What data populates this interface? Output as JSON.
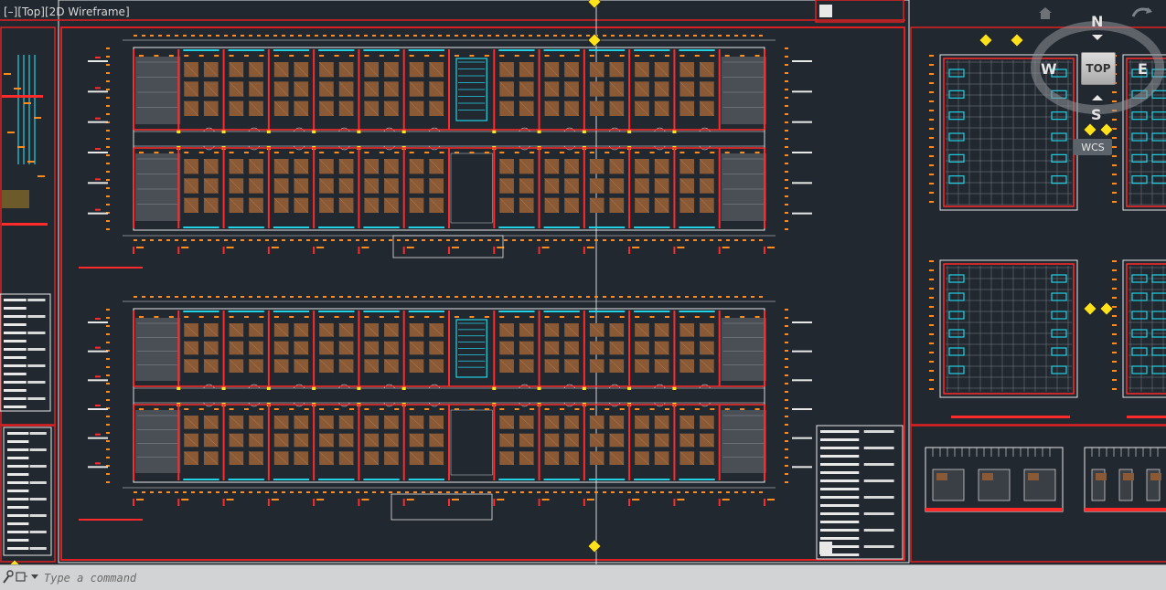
{
  "viewport": {
    "view_controls": {
      "minus": "[–]",
      "view": "[Top]",
      "style": "[2D Wireframe]"
    },
    "background": "#212830"
  },
  "viewcube": {
    "north": "N",
    "south": "S",
    "east": "E",
    "west": "W",
    "face": "TOP",
    "wcs": "WCS",
    "icons": [
      "home-icon",
      "rotate-icon"
    ]
  },
  "command_line": {
    "placeholder": "Type a command",
    "icons": [
      "wrench-icon",
      "recent-commands-icon",
      "close-icon"
    ]
  },
  "colors": {
    "frame_red": "#e02020",
    "wall_red": "#ff2a2a",
    "dim_orange": "#ff8c1a",
    "cyan": "#22d3e6",
    "yellow": "#ffe21a",
    "furniture_brown": "#8a5a36",
    "white_lines": "#e8e8e8",
    "grey": "#9aa0a6"
  }
}
